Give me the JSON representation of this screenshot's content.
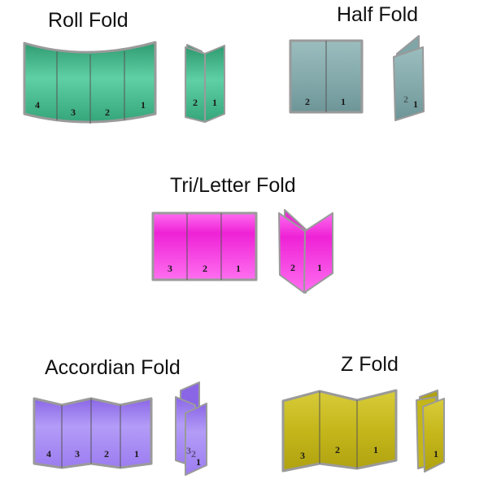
{
  "folds": {
    "roll": {
      "title": "Roll Fold",
      "color": "#3fb487",
      "flat_numbers": [
        "4",
        "3",
        "2",
        "1"
      ],
      "folded_numbers": [
        "2",
        "1"
      ]
    },
    "half": {
      "title": "Half Fold",
      "color": "#7fa5a7",
      "flat_numbers": [
        "2",
        "1"
      ],
      "folded_numbers": [
        "2",
        "1"
      ]
    },
    "tri": {
      "title": "Tri/Letter Fold",
      "color": "#ff3fe6",
      "flat_numbers": [
        "3",
        "2",
        "1"
      ],
      "folded_numbers": [
        "2",
        "1"
      ]
    },
    "accordian": {
      "title": "Accordian Fold",
      "color": "#9b78ef",
      "flat_numbers": [
        "4",
        "3",
        "2",
        "1"
      ],
      "folded_numbers": [
        "3",
        "2",
        "1"
      ]
    },
    "z": {
      "title": "Z Fold",
      "color": "#c8bc1d",
      "flat_numbers": [
        "3",
        "2",
        "1"
      ],
      "folded_numbers": [
        "1"
      ]
    }
  }
}
